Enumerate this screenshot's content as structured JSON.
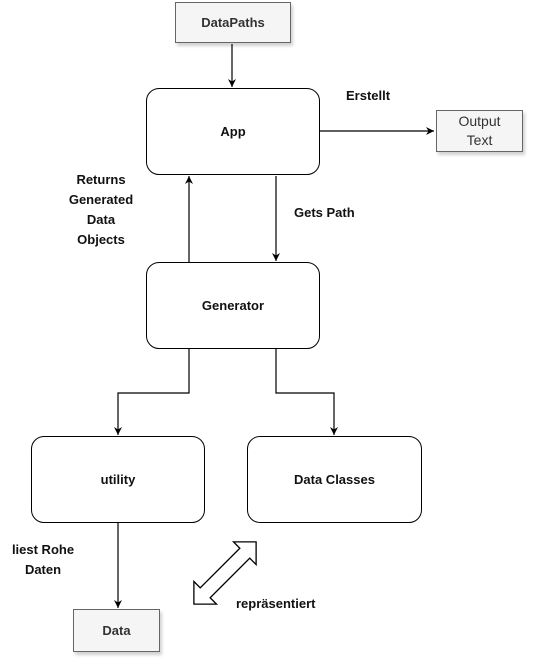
{
  "nodes": {
    "datapaths": "DataPaths",
    "app": "App",
    "output": "Output\nText",
    "generator": "Generator",
    "utility": "utility",
    "dataclasses": "Data Classes",
    "data": "Data"
  },
  "edge_labels": {
    "erstellt": "Erstellt",
    "returns": "Returns\nGenerated\nData\nObjects",
    "gets_path": "Gets Path",
    "liest": "liest Rohe\nDaten",
    "repraesentiert": "repräsentiert"
  },
  "colors": {
    "line": "#000000",
    "ext_fill": "#f5f5f5",
    "ext_border": "#666666"
  }
}
